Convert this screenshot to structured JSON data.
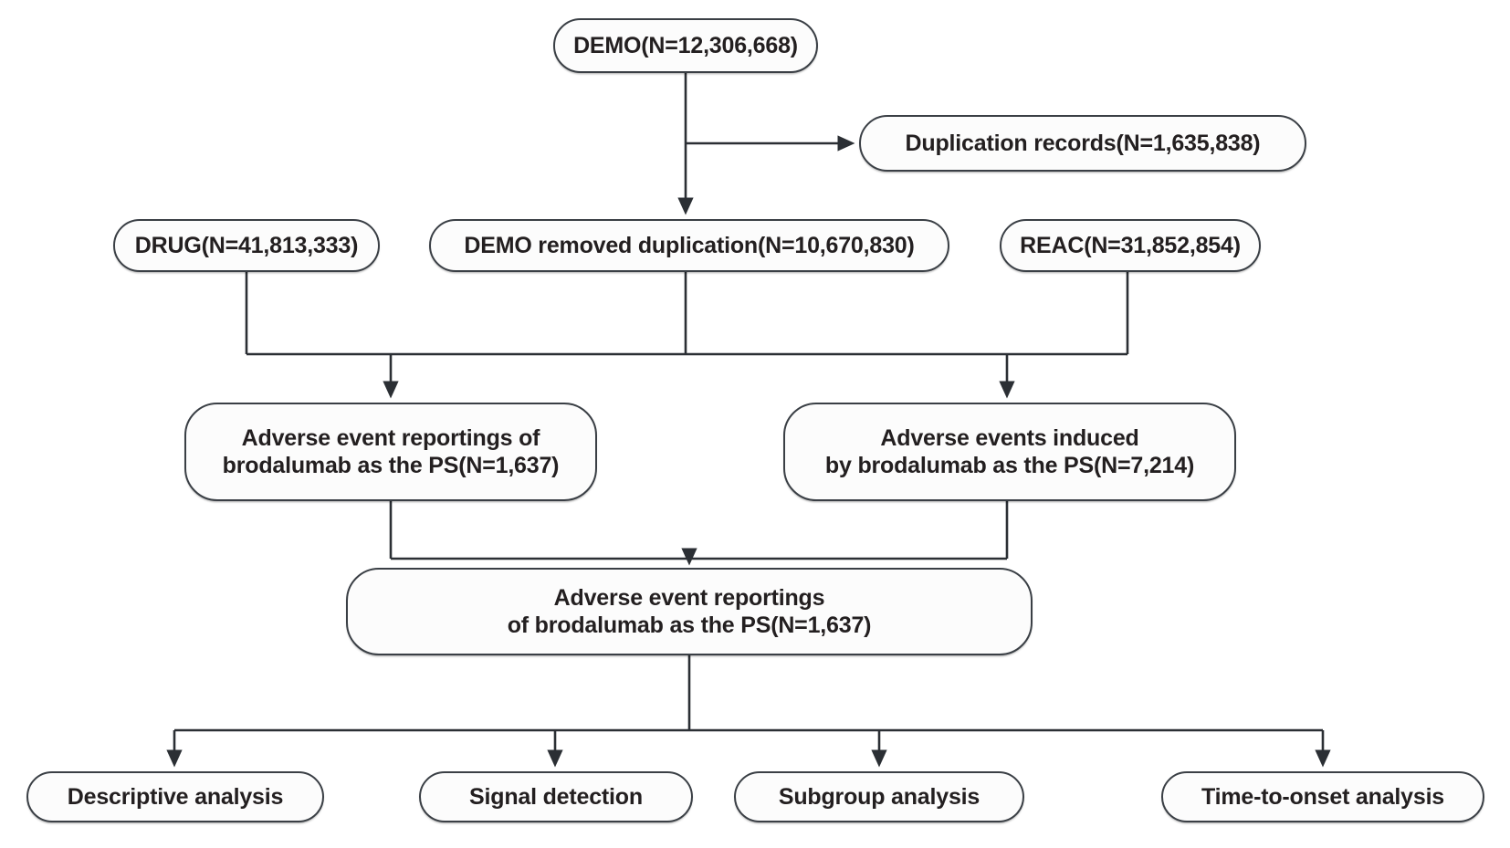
{
  "diagram": {
    "title": "Brodalumab adverse event study flowchart",
    "line_color": "#3a3f45",
    "node_fill": "#fcfcfc",
    "text_color": "#231f20",
    "nodes": {
      "demo": "DEMO(N=12,306,668)",
      "duplication": "Duplication records(N=1,635,838)",
      "drug": "DRUG(N=41,813,333)",
      "demo_removed": "DEMO removed duplication(N=10,670,830)",
      "reac": "REAC(N=31,852,854)",
      "ae_reportings_left": "Adverse event reportings of\nbrodalumab as the PS(N=1,637)",
      "ae_induced_right": "Adverse events induced\nby brodalumab  as the PS(N=7,214)",
      "final": "Adverse event reportings\nof brodalumab as the PS(N=1,637)",
      "descriptive": "Descriptive analysis",
      "signal": "Signal detection",
      "subgroup": "Subgroup analysis",
      "time_to_onset": "Time-to-onset analysis"
    }
  }
}
